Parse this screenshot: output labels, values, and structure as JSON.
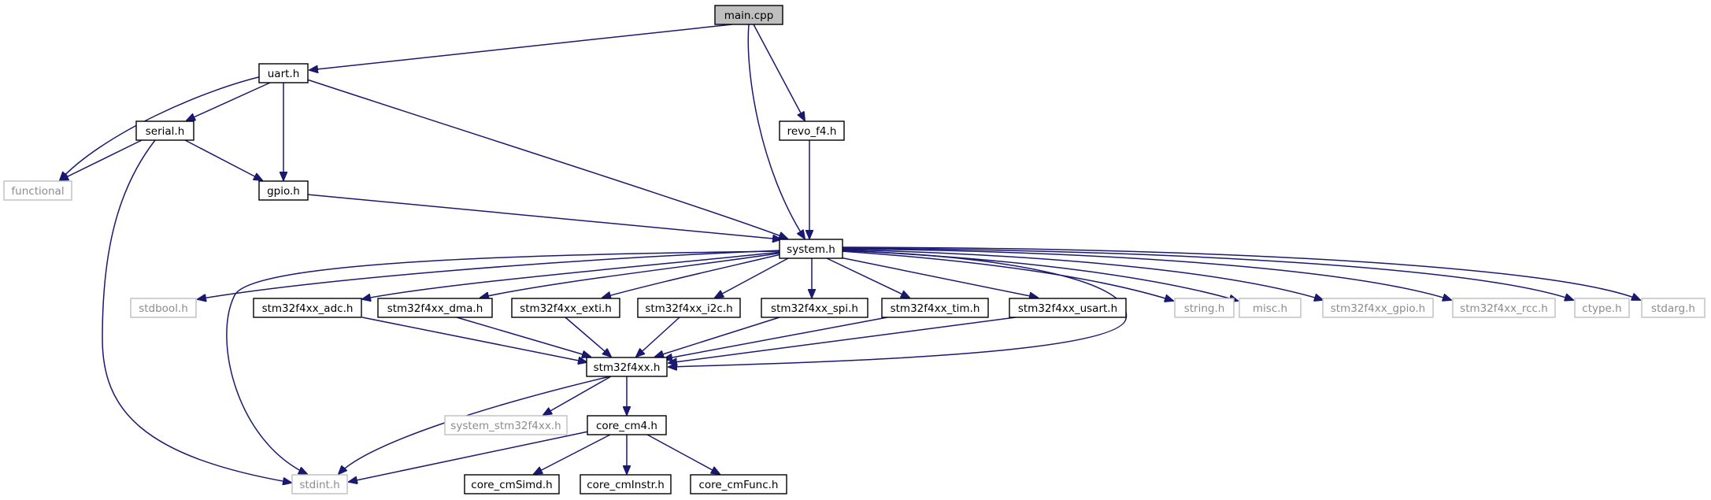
{
  "diagram": {
    "colors": {
      "edge": "#191970",
      "root_fill": "#bfbfbf",
      "external_stroke": "#bfbfbf",
      "external_text": "#8c8c8c"
    },
    "nodes": [
      {
        "id": "main_cpp",
        "label": "main.cpp",
        "kind": "root"
      },
      {
        "id": "uart_h",
        "label": "uart.h",
        "kind": "normal"
      },
      {
        "id": "serial_h",
        "label": "serial.h",
        "kind": "normal"
      },
      {
        "id": "functional",
        "label": "functional",
        "kind": "external"
      },
      {
        "id": "gpio_h",
        "label": "gpio.h",
        "kind": "normal"
      },
      {
        "id": "revo_f4_h",
        "label": "revo_f4.h",
        "kind": "normal"
      },
      {
        "id": "system_h",
        "label": "system.h",
        "kind": "normal"
      },
      {
        "id": "stdbool_h",
        "label": "stdbool.h",
        "kind": "external"
      },
      {
        "id": "adc_h",
        "label": "stm32f4xx_adc.h",
        "kind": "normal"
      },
      {
        "id": "dma_h",
        "label": "stm32f4xx_dma.h",
        "kind": "normal"
      },
      {
        "id": "exti_h",
        "label": "stm32f4xx_exti.h",
        "kind": "normal"
      },
      {
        "id": "i2c_h",
        "label": "stm32f4xx_i2c.h",
        "kind": "normal"
      },
      {
        "id": "spi_h",
        "label": "stm32f4xx_spi.h",
        "kind": "normal"
      },
      {
        "id": "tim_h",
        "label": "stm32f4xx_tim.h",
        "kind": "normal"
      },
      {
        "id": "usart_h",
        "label": "stm32f4xx_usart.h",
        "kind": "normal"
      },
      {
        "id": "string_h",
        "label": "string.h",
        "kind": "external"
      },
      {
        "id": "misc_h",
        "label": "misc.h",
        "kind": "external"
      },
      {
        "id": "gpio_ext_h",
        "label": "stm32f4xx_gpio.h",
        "kind": "external"
      },
      {
        "id": "rcc_h",
        "label": "stm32f4xx_rcc.h",
        "kind": "external"
      },
      {
        "id": "ctype_h",
        "label": "ctype.h",
        "kind": "external"
      },
      {
        "id": "stdarg_h",
        "label": "stdarg.h",
        "kind": "external"
      },
      {
        "id": "stm32f4xx_h",
        "label": "stm32f4xx.h",
        "kind": "normal"
      },
      {
        "id": "sys_stm_h",
        "label": "system_stm32f4xx.h",
        "kind": "external"
      },
      {
        "id": "core_cm4_h",
        "label": "core_cm4.h",
        "kind": "normal"
      },
      {
        "id": "stdint_h",
        "label": "stdint.h",
        "kind": "external"
      },
      {
        "id": "cmsimd_h",
        "label": "core_cmSimd.h",
        "kind": "normal"
      },
      {
        "id": "cminstr_h",
        "label": "core_cmInstr.h",
        "kind": "normal"
      },
      {
        "id": "cmfunc_h",
        "label": "core_cmFunc.h",
        "kind": "normal"
      }
    ],
    "edges": [
      {
        "from": "main_cpp",
        "to": "uart_h"
      },
      {
        "from": "main_cpp",
        "to": "system_h"
      },
      {
        "from": "main_cpp",
        "to": "revo_f4_h"
      },
      {
        "from": "uart_h",
        "to": "functional"
      },
      {
        "from": "uart_h",
        "to": "serial_h"
      },
      {
        "from": "uart_h",
        "to": "gpio_h"
      },
      {
        "from": "uart_h",
        "to": "system_h"
      },
      {
        "from": "serial_h",
        "to": "functional"
      },
      {
        "from": "serial_h",
        "to": "gpio_h"
      },
      {
        "from": "serial_h",
        "to": "stdint_h"
      },
      {
        "from": "gpio_h",
        "to": "system_h"
      },
      {
        "from": "revo_f4_h",
        "to": "system_h"
      },
      {
        "from": "system_h",
        "to": "stdint_h"
      },
      {
        "from": "system_h",
        "to": "stdbool_h"
      },
      {
        "from": "system_h",
        "to": "adc_h"
      },
      {
        "from": "system_h",
        "to": "dma_h"
      },
      {
        "from": "system_h",
        "to": "exti_h"
      },
      {
        "from": "system_h",
        "to": "i2c_h"
      },
      {
        "from": "system_h",
        "to": "spi_h"
      },
      {
        "from": "system_h",
        "to": "tim_h"
      },
      {
        "from": "system_h",
        "to": "usart_h"
      },
      {
        "from": "system_h",
        "to": "stm32f4xx_h"
      },
      {
        "from": "system_h",
        "to": "string_h"
      },
      {
        "from": "system_h",
        "to": "misc_h"
      },
      {
        "from": "system_h",
        "to": "gpio_ext_h"
      },
      {
        "from": "system_h",
        "to": "rcc_h"
      },
      {
        "from": "system_h",
        "to": "ctype_h"
      },
      {
        "from": "system_h",
        "to": "stdarg_h"
      },
      {
        "from": "adc_h",
        "to": "stm32f4xx_h"
      },
      {
        "from": "dma_h",
        "to": "stm32f4xx_h"
      },
      {
        "from": "exti_h",
        "to": "stm32f4xx_h"
      },
      {
        "from": "i2c_h",
        "to": "stm32f4xx_h"
      },
      {
        "from": "spi_h",
        "to": "stm32f4xx_h"
      },
      {
        "from": "tim_h",
        "to": "stm32f4xx_h"
      },
      {
        "from": "usart_h",
        "to": "stm32f4xx_h"
      },
      {
        "from": "stm32f4xx_h",
        "to": "stdint_h"
      },
      {
        "from": "stm32f4xx_h",
        "to": "sys_stm_h"
      },
      {
        "from": "stm32f4xx_h",
        "to": "core_cm4_h"
      },
      {
        "from": "core_cm4_h",
        "to": "stdint_h"
      },
      {
        "from": "core_cm4_h",
        "to": "cmsimd_h"
      },
      {
        "from": "core_cm4_h",
        "to": "cminstr_h"
      },
      {
        "from": "core_cm4_h",
        "to": "cmfunc_h"
      }
    ]
  }
}
